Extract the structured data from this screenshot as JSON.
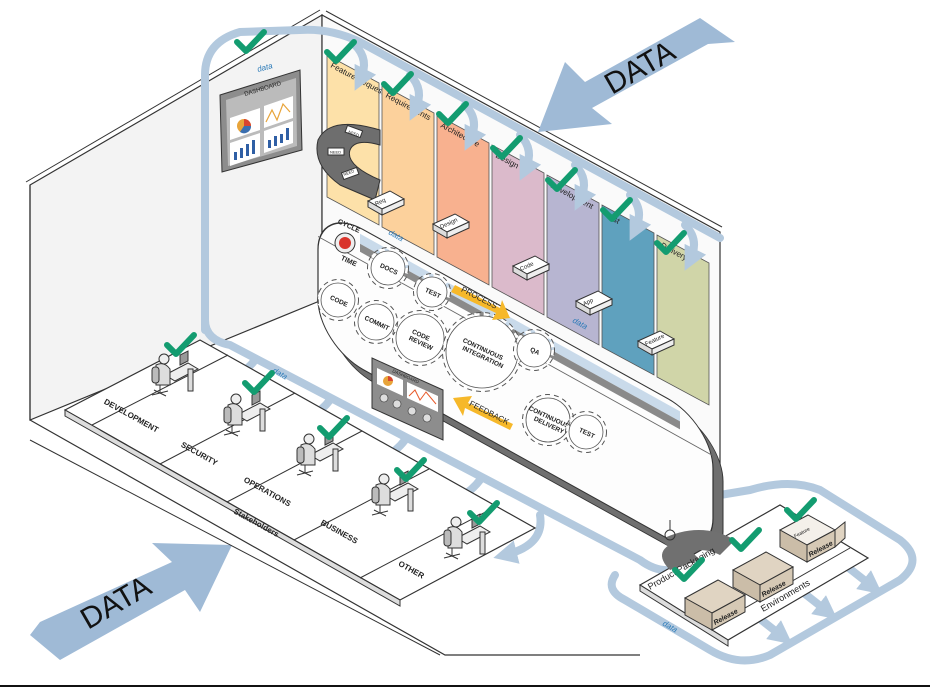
{
  "big_arrows": {
    "top": "DATA",
    "bottom": "DATA"
  },
  "data_label": "data",
  "dashboard": {
    "title": "DASHBOARD"
  },
  "small_dashboard": {
    "title": "DASHBOARD"
  },
  "needs": [
    "NEED",
    "NEED",
    "NEED"
  ],
  "stages": [
    {
      "label": "Feature Request",
      "color": "#fde1a9"
    },
    {
      "label": "Requirements",
      "color": "#fcd19c"
    },
    {
      "label": "Architecture",
      "color": "#f8b18f"
    },
    {
      "label": "Design",
      "color": "#dbbacb"
    },
    {
      "label": "Development",
      "color": "#b7b5d1"
    },
    {
      "label": "Test",
      "color": "#5fa1be"
    },
    {
      "label": "Delivery",
      "color": "#d0d5a8"
    }
  ],
  "conveyor_items": [
    "Req",
    "Design",
    "Code",
    "App",
    "Feature"
  ],
  "cycle_time": {
    "top": "CYCLE",
    "bottom": "TIME"
  },
  "gears": [
    "CODE",
    "DOCS",
    "TEST",
    "COMMIT",
    "CODE REVIEW",
    "CONTINUOUS INTEGRATION",
    "QA",
    "CONTINUOUS DELIVERY",
    "TEST"
  ],
  "process_label": "PROCESS",
  "feedback_label": "FEEDBACK",
  "stakeholders": {
    "title": "Stakeholders",
    "groups": [
      "DEVELOPMENT",
      "SECURITY",
      "OPERATIONS",
      "BUSINESS",
      "OTHER"
    ]
  },
  "environments": {
    "title": "Environments",
    "packaging": "Product Packaging",
    "boxes": [
      "Release",
      "Release",
      "Release"
    ],
    "feature": "Feature"
  },
  "colors": {
    "check": "#139c70",
    "pipe": "#b3c9de",
    "arrow": "#9fbad6",
    "accent_orange": "#f6b82a"
  }
}
